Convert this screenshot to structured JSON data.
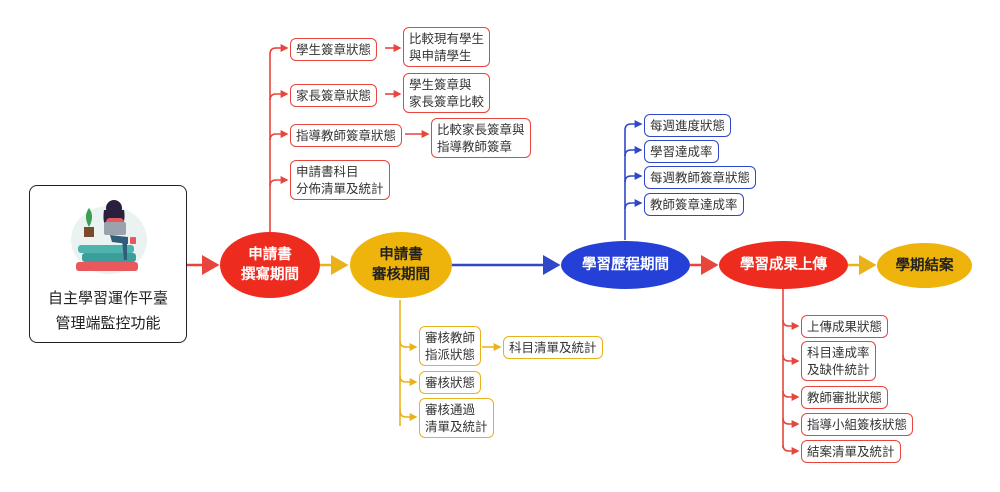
{
  "root": {
    "title": "自主學習運作平臺\n管理端監控功能",
    "illustration": "student-with-laptop-on-books-illustration"
  },
  "stages": [
    {
      "id": "drafting",
      "label": "申請書\n撰寫期間",
      "color": "#ee2b1f"
    },
    {
      "id": "review",
      "label": "申請書\n審核期間",
      "color": "#efb40b"
    },
    {
      "id": "learning",
      "label": "學習歷程期間",
      "color": "#2440d6"
    },
    {
      "id": "upload",
      "label": "學習成果上傳",
      "color": "#ee2b1f"
    },
    {
      "id": "closing",
      "label": "學期結案",
      "color": "#efb40b"
    }
  ],
  "drafting_branches": [
    {
      "label": "學生簽章狀態",
      "child": "比較現有學生\n與申請學生"
    },
    {
      "label": "家長簽章狀態",
      "child": "學生簽章與\n家長簽章比較"
    },
    {
      "label": "指導教師簽章狀態",
      "child": "比較家長簽章與\n指導教師簽章"
    },
    {
      "label": "申請書科目\n分佈清單及統計",
      "child": null
    }
  ],
  "review_branches": [
    {
      "label": "審核教師\n指派狀態",
      "child": "科目清單及統計"
    },
    {
      "label": "審核狀態",
      "child": null
    },
    {
      "label": "審核通過\n清單及統計",
      "child": null
    }
  ],
  "learning_branches": [
    {
      "label": "每週進度狀態"
    },
    {
      "label": "學習達成率"
    },
    {
      "label": "每週教師簽章狀態"
    },
    {
      "label": "教師簽章達成率"
    }
  ],
  "upload_branches": [
    {
      "label": "上傳成果狀態"
    },
    {
      "label": "科目達成率\n及缺件統計"
    },
    {
      "label": "教師審批狀態"
    },
    {
      "label": "指導小組簽核狀態"
    },
    {
      "label": "結案清單及統計"
    }
  ],
  "colors": {
    "red": "#e8453c",
    "gold": "#e9b21a",
    "blue": "#2f47c9",
    "red_fill": "#ee2b1f",
    "gold_fill": "#efb40b",
    "blue_fill": "#2440d6"
  }
}
